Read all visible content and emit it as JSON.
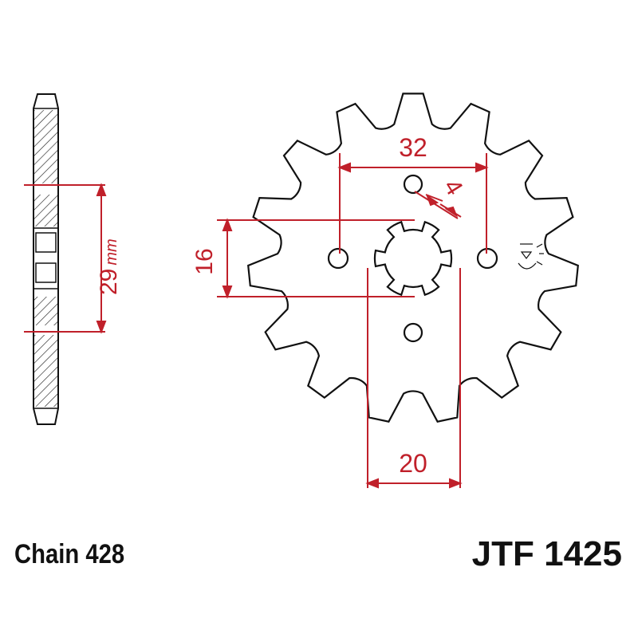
{
  "dimensions": {
    "bolt_spacing": "32",
    "spline_width": "4",
    "height_16": "16",
    "bore": "20",
    "thickness_value": "29",
    "thickness_unit": "mm"
  },
  "footer": {
    "chain": "Chain 428",
    "part_number": "JTF 1425"
  },
  "colors": {
    "outline": "#111111",
    "dimension": "#c0202a",
    "background": "#ffffff"
  },
  "sprocket": {
    "teeth": 15
  }
}
